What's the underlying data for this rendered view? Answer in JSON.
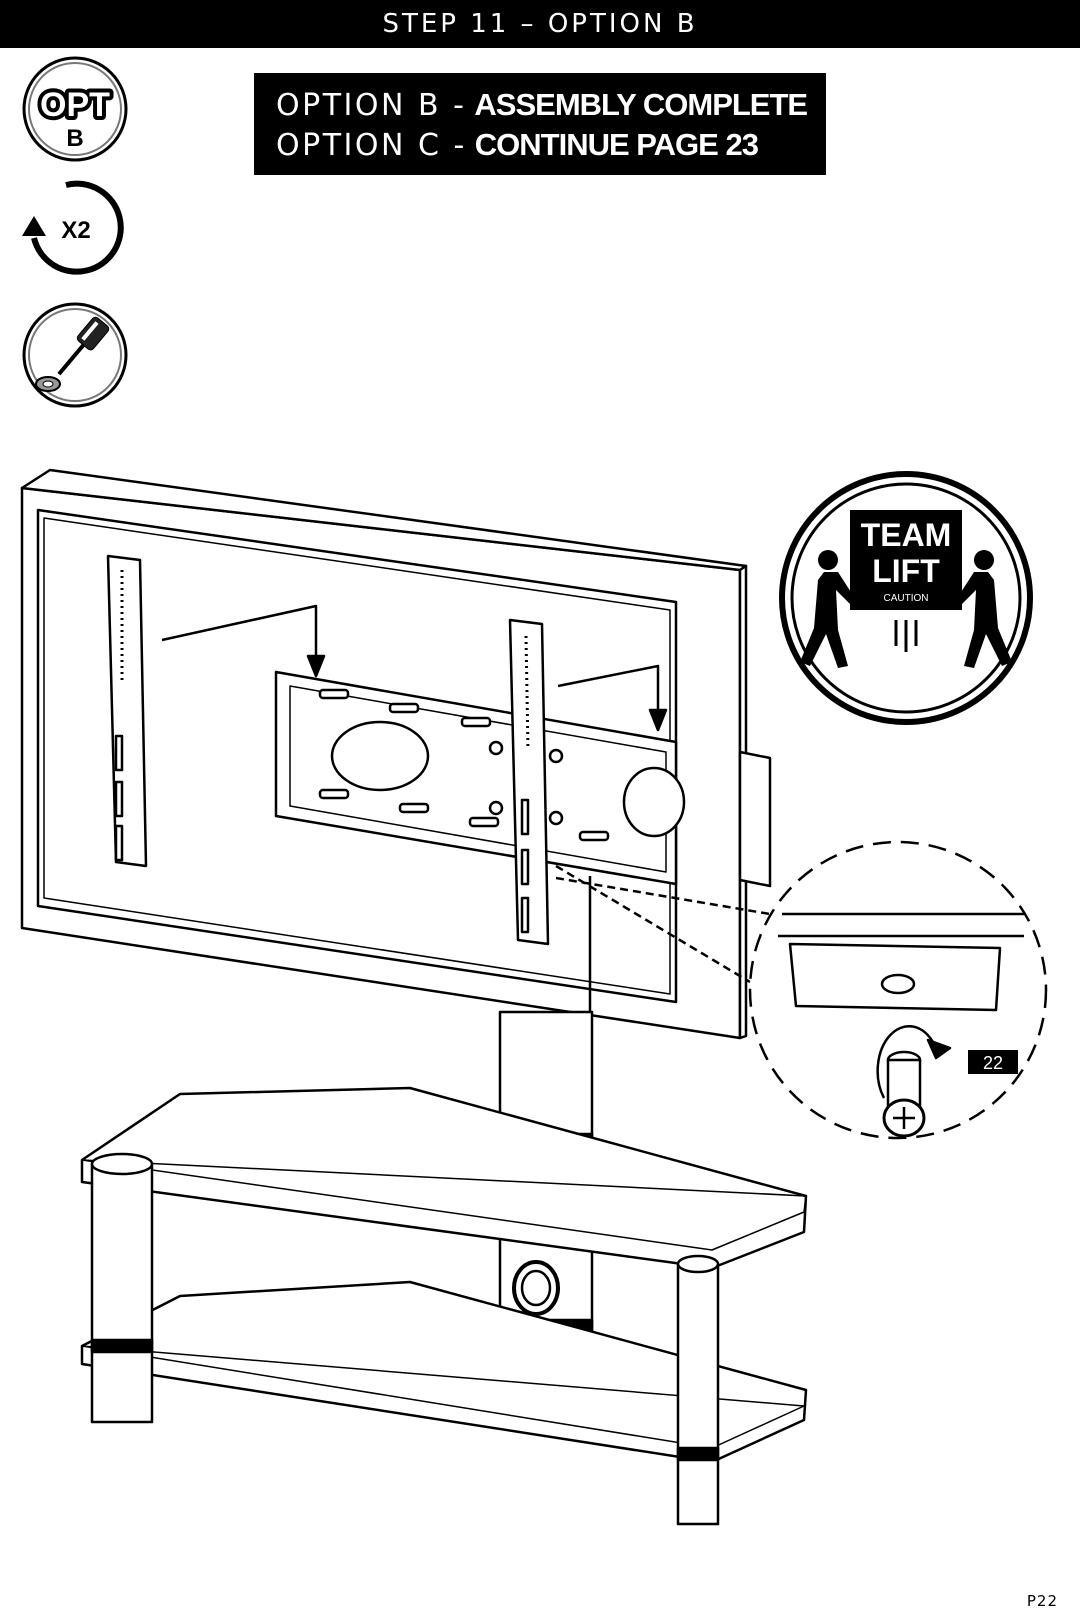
{
  "header": {
    "title": "STEP 11 – OPTION B"
  },
  "status": {
    "line1_key": "OPTION B -",
    "line1_value": "ASSEMBLY COMPLETE",
    "line2_key": "OPTION C -",
    "line2_value": "CONTINUE PAGE 23"
  },
  "icons": {
    "opt": {
      "top": "OPT",
      "bottom": "B"
    },
    "repeat": {
      "label": "X2"
    },
    "tool": {
      "name": "screwdriver-icon"
    }
  },
  "team_lift": {
    "line1": "TEAM",
    "line2": "LIFT",
    "caution": "CAUTION"
  },
  "callout": {
    "part_number": "22"
  },
  "footer": {
    "page": "P22"
  }
}
